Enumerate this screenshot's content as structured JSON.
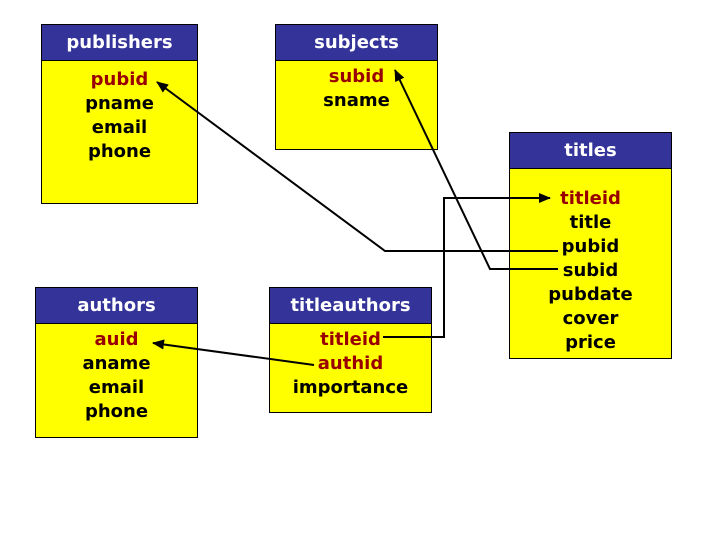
{
  "colors": {
    "header_bg": "#333399",
    "header_text": "#ffffff",
    "body_bg": "#ffff00",
    "field_text": "#000000",
    "key_field_text": "#990000",
    "line": "#000000"
  },
  "tables": {
    "publishers": {
      "title": "publishers",
      "fields": [
        {
          "name": "pubid",
          "key": true
        },
        {
          "name": "pname",
          "key": false
        },
        {
          "name": "email",
          "key": false
        },
        {
          "name": "phone",
          "key": false
        }
      ]
    },
    "subjects": {
      "title": "subjects",
      "fields": [
        {
          "name": "subid",
          "key": true
        },
        {
          "name": "sname",
          "key": false
        }
      ]
    },
    "titles": {
      "title": "titles",
      "fields": [
        {
          "name": "titleid",
          "key": true
        },
        {
          "name": "title",
          "key": false
        },
        {
          "name": "pubid",
          "key": false
        },
        {
          "name": "subid",
          "key": false
        },
        {
          "name": "pubdate",
          "key": false
        },
        {
          "name": "cover",
          "key": false
        },
        {
          "name": "price",
          "key": false
        }
      ]
    },
    "authors": {
      "title": "authors",
      "fields": [
        {
          "name": "auid",
          "key": true
        },
        {
          "name": "aname",
          "key": false
        },
        {
          "name": "email",
          "key": false
        },
        {
          "name": "phone",
          "key": false
        }
      ]
    },
    "titleauthors": {
      "title": "titleauthors",
      "fields": [
        {
          "name": "titleid",
          "key": true
        },
        {
          "name": "authid",
          "key": true
        },
        {
          "name": "importance",
          "key": false
        }
      ]
    }
  },
  "relationships": [
    {
      "from": "titles.pubid",
      "to": "publishers.pubid"
    },
    {
      "from": "titles.subid",
      "to": "subjects.subid"
    },
    {
      "from": "titleauthors.titleid",
      "to": "titles.titleid"
    },
    {
      "from": "titleauthors.authid",
      "to": "authors.auid"
    }
  ]
}
